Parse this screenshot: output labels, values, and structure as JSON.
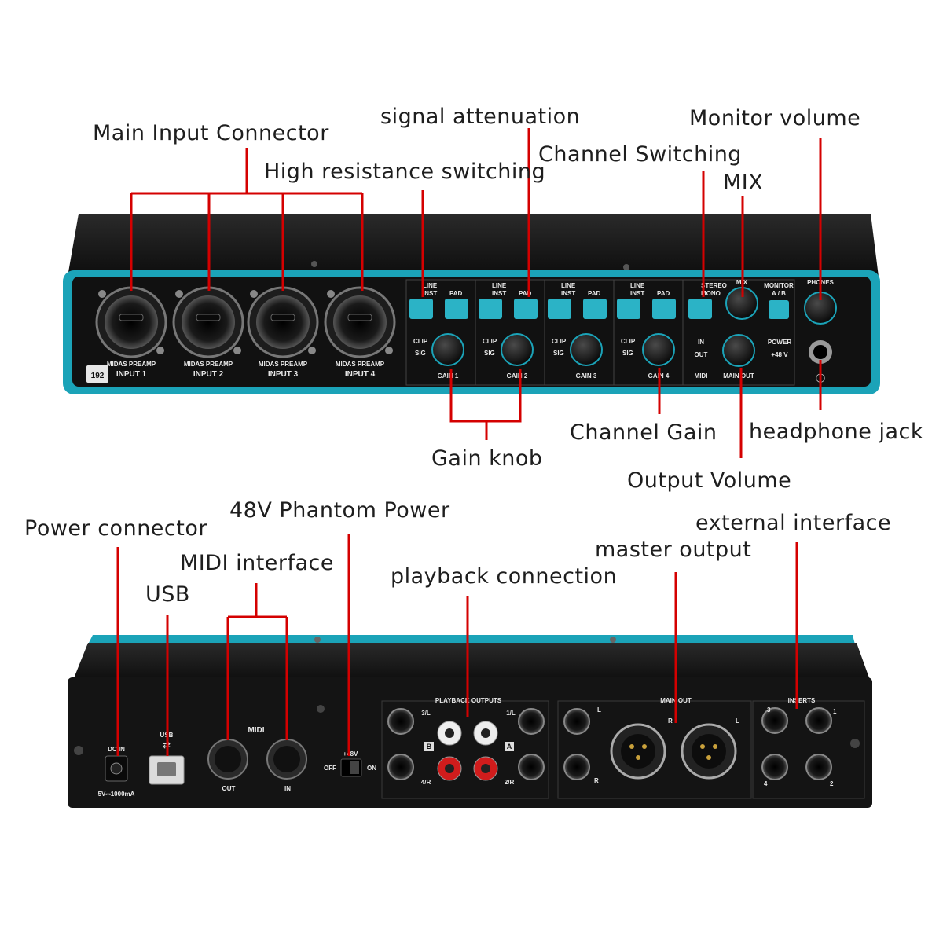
{
  "callouts": {
    "main_input_connector": "Main Input Connector",
    "high_resistance_switching": "High resistance switching",
    "signal_attenuation": "signal attenuation",
    "channel_switching": "Channel Switching",
    "mix": "MIX",
    "monitor_volume": "Monitor volume",
    "gain_knob": "Gain knob",
    "channel_gain": "Channel Gain",
    "headphone_jack": "headphone jack",
    "output_volume": "Output Volume",
    "power_connector": "Power connector",
    "phantom_power": "48V Phantom Power",
    "midi_interface": "MIDI interface",
    "usb": "USB",
    "playback_connection": "playback connection",
    "master_output": "master output",
    "external_interface": "external interface"
  },
  "front_panel": {
    "inputs": [
      "INPUT 1",
      "INPUT 2",
      "INPUT 3",
      "INPUT 4"
    ],
    "preamp_label": "MIDAS PREAMP",
    "badge": "192",
    "channel_labels": {
      "line": "LINE",
      "inst": "INST",
      "pad": "PAD",
      "clip": "CLIP",
      "sig": "SIG"
    },
    "gain_labels": [
      "GAIN 1",
      "GAIN 2",
      "GAIN 3",
      "GAIN 4"
    ],
    "stereo": "STEREO",
    "mono": "MONO",
    "mix": "MIX",
    "monitor": "MONITOR",
    "monitor_ab": "A / B",
    "phones": "PHONES",
    "in": "IN",
    "out": "OUT",
    "midi": "MIDI",
    "power": "POWER",
    "power_48v": "+48 V",
    "main_out": "MAIN OUT"
  },
  "back_panel": {
    "dc_in": "DC IN",
    "usb": "USB",
    "power_spec": "5V⎓1000mA",
    "midi": "MIDI",
    "midi_out": "OUT",
    "midi_in": "IN",
    "phantom": "+48V",
    "off": "OFF",
    "on": "ON",
    "playback_outputs": "PLAYBACK OUTPUTS",
    "pb_31": "3/L",
    "pb_11": "1/L",
    "pb_4r": "4/R",
    "pb_2r": "2/R",
    "pb_b": "B",
    "pb_a": "A",
    "main_out": "MAIN OUT",
    "l": "L",
    "r": "R",
    "inserts": "INSERTS",
    "ins_3": "3",
    "ins_1": "1",
    "ins_4": "4",
    "ins_2": "2"
  },
  "colors": {
    "accent_teal": "#1ba3b8",
    "leader_red": "#d40000",
    "chassis": "#161616",
    "button_teal": "#2bb3c6"
  }
}
